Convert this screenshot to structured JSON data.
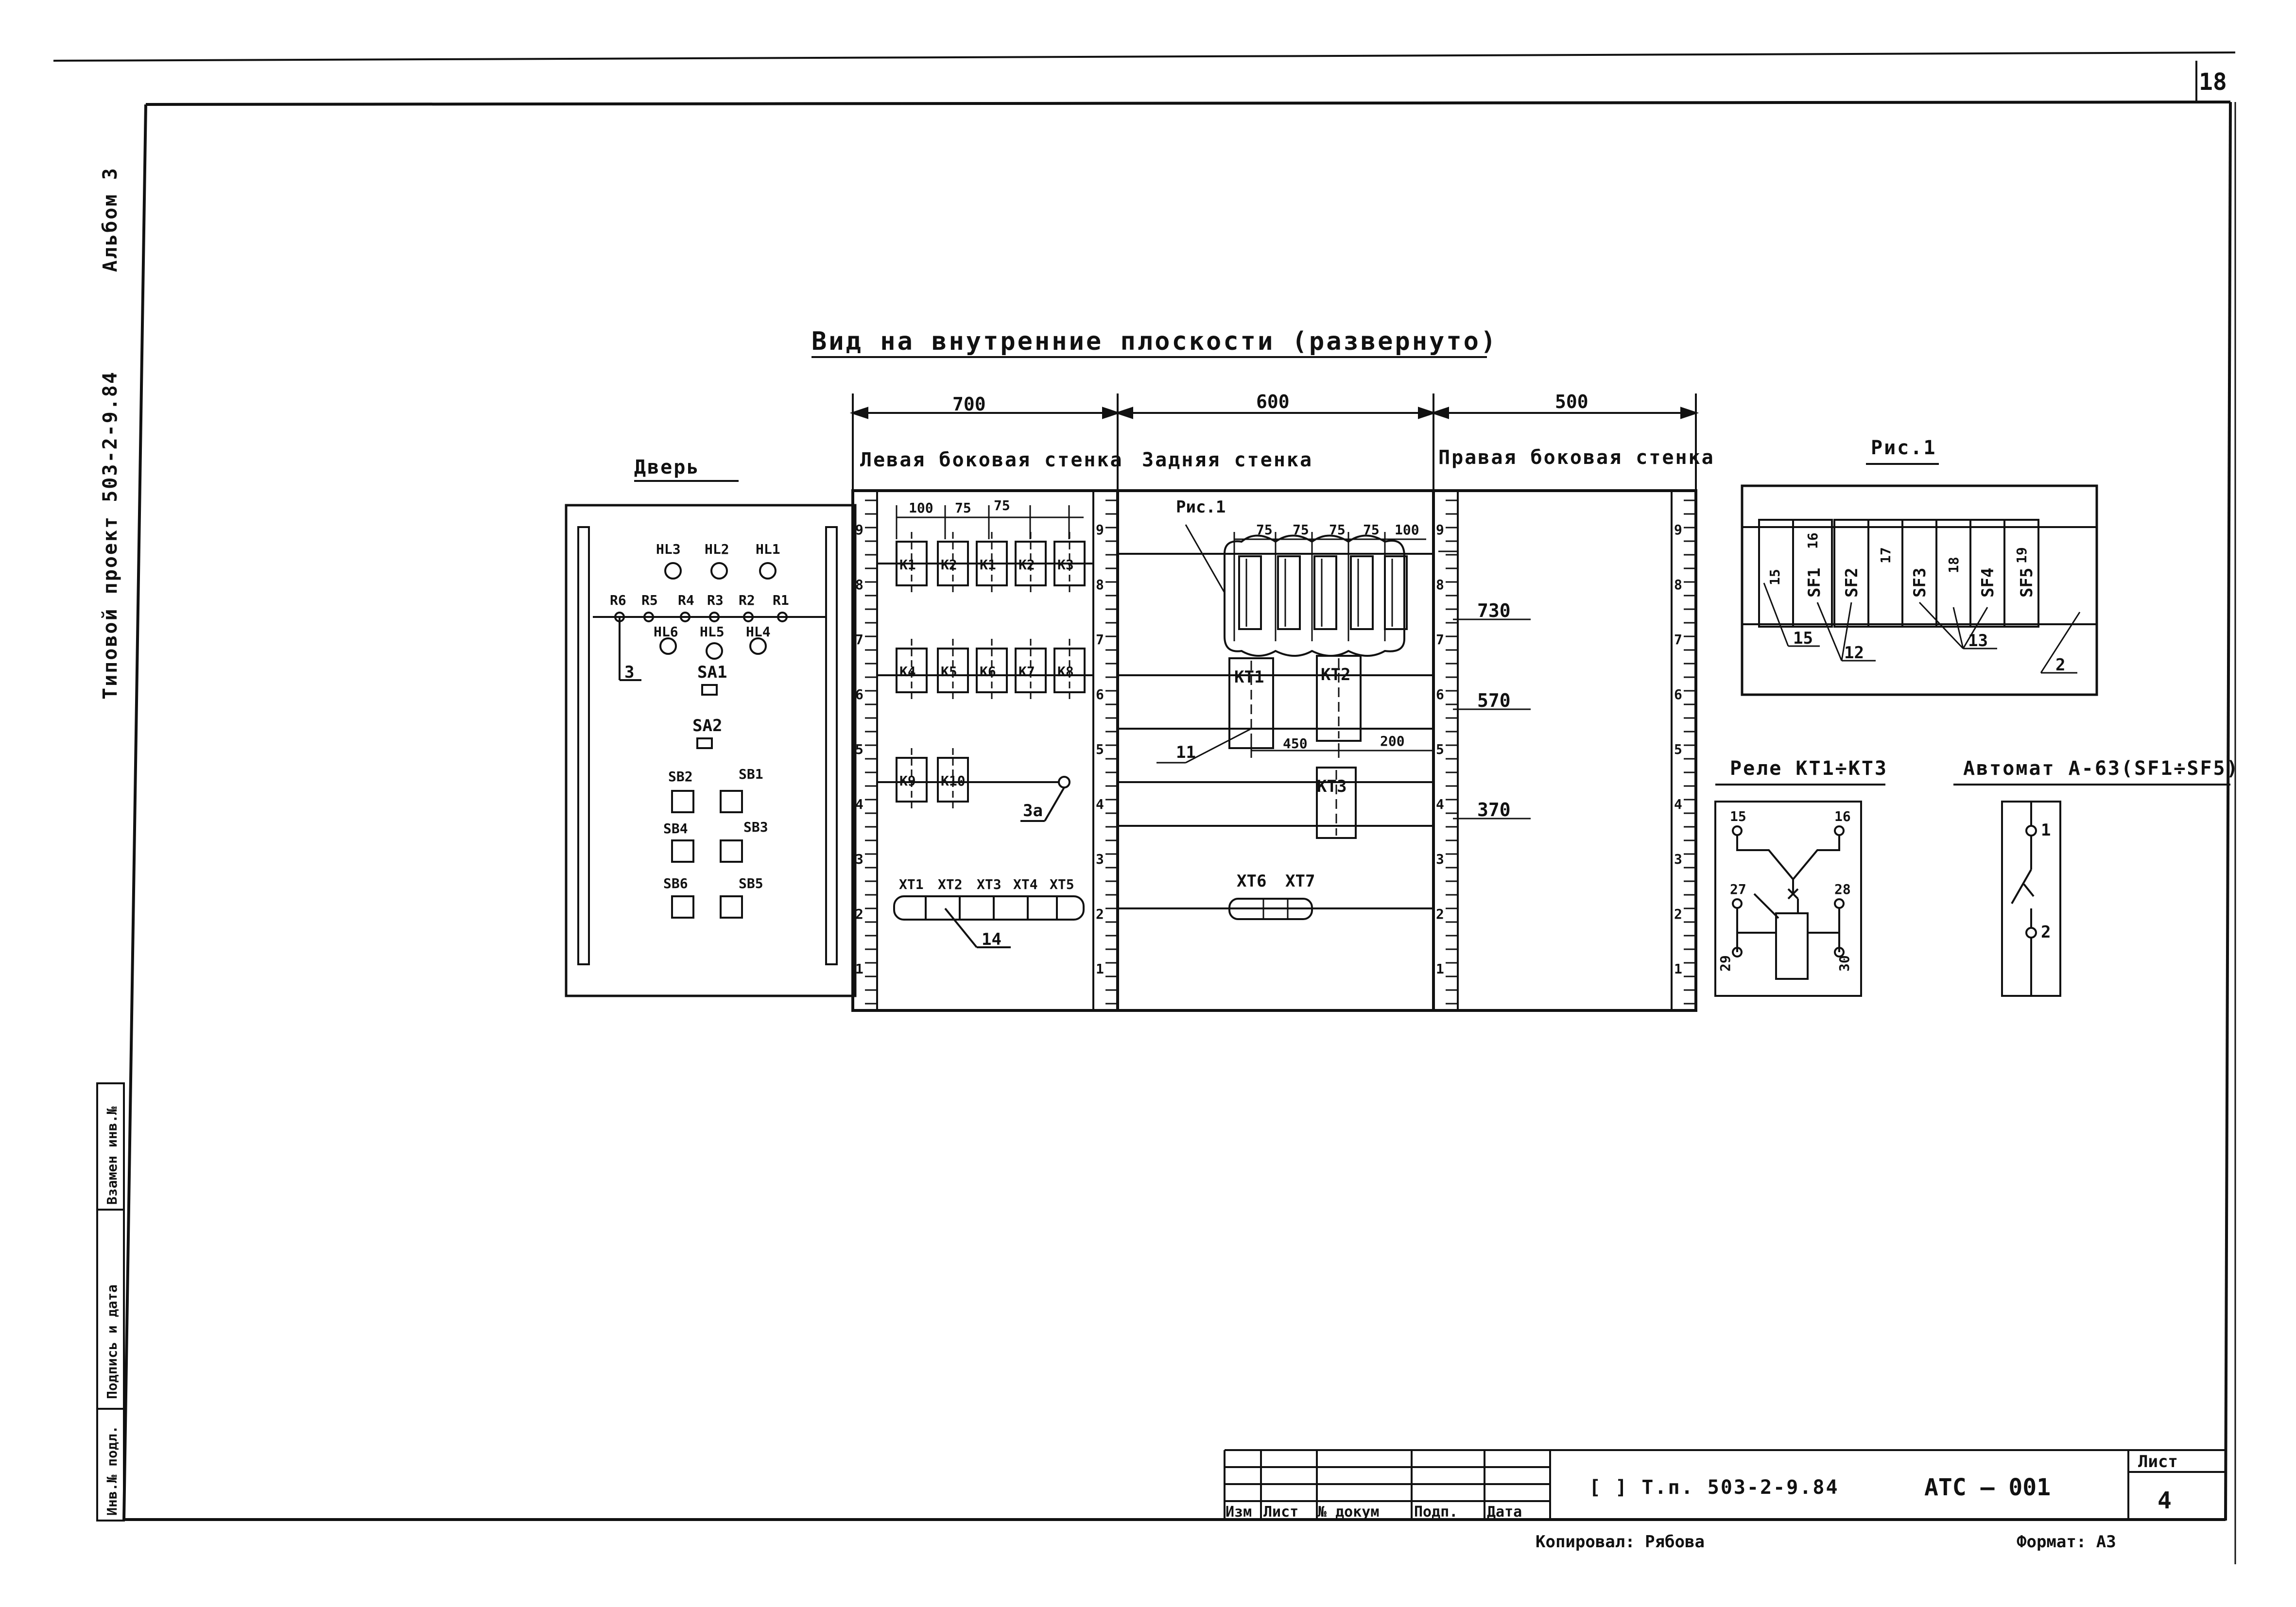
{
  "sheet": {
    "page_number": "18",
    "album_note": "Альбом 3",
    "project_note": "Типовой проект 503-2-9.84",
    "title": "Вид на внутренние плоскости (развернуто)"
  },
  "sections": {
    "door": "Дверь",
    "left": "Левая боковая стенка",
    "back": "Задняя стенка",
    "right": "Правая боковая стенка",
    "fig1": "Рис.1",
    "relay": "Реле КТ1÷КТ3",
    "breaker": "Автомат А-63(SF1÷SF5)"
  },
  "dimensions": {
    "left_width": "700",
    "back_width": "600",
    "right_width": "500",
    "left_spacings": [
      "100",
      "75",
      "75"
    ],
    "back_spacings": [
      "75",
      "75",
      "75",
      "75",
      "100"
    ],
    "h730": "730",
    "h570": "570",
    "h370": "370",
    "d450": "450",
    "d200": "200"
  },
  "rails": {
    "left_numbers": [
      "9",
      "8",
      "7",
      "6",
      "5",
      "4",
      "3",
      "2",
      "1"
    ],
    "right_numbers": [
      "9",
      "8",
      "7",
      "6",
      "5",
      "4",
      "3",
      "2",
      "1"
    ]
  },
  "door": {
    "lamps_top": [
      "HL3",
      "HL2",
      "HL1"
    ],
    "resistors": [
      "R6",
      "R5",
      "R4",
      "R3",
      "R2",
      "R1"
    ],
    "lamps_bottom": [
      "HL6",
      "HL5",
      "HL4"
    ],
    "switches": [
      "SA1",
      "SA2"
    ],
    "buttons": [
      "SB2",
      "SB1",
      "SB4",
      "SB3",
      "SB6",
      "SB5"
    ],
    "callout": "3"
  },
  "left_wall": {
    "row1": [
      "К1",
      "К2",
      "К1",
      "К2",
      "К3"
    ],
    "row2": [
      "К4",
      "К5",
      "К6",
      "К7",
      "К8"
    ],
    "row3": [
      "К9",
      "К10"
    ],
    "terminals": [
      "XT1",
      "XT2",
      "XT3",
      "XT4",
      "XT5"
    ],
    "callout_14": "14",
    "callout_3a": "3а"
  },
  "back_wall": {
    "fig_ref": "Рис.1",
    "relays": [
      "КТ1",
      "КТ2",
      "КТ3"
    ],
    "terminals": [
      "XT6",
      "XT7"
    ],
    "callout_11": "11"
  },
  "fig1": {
    "breakers": [
      "SF1",
      "SF2",
      "SF3",
      "SF4",
      "SF5"
    ],
    "between": [
      "15",
      "16",
      "17",
      "18",
      "19"
    ],
    "callouts": [
      "15",
      "12",
      "13",
      "2"
    ]
  },
  "relay_detail": {
    "terminals": [
      "15",
      "16",
      "27",
      "28",
      "29",
      "30"
    ]
  },
  "breaker_detail": {
    "terminals": [
      "1",
      "2"
    ]
  },
  "stamp": {
    "cols": [
      "Изм",
      "Лист",
      "№ докум",
      "Подп.",
      "Дата"
    ],
    "doc_code": "[ ] Т.п. 503-2-9.84",
    "designation": "АТС — 001",
    "sheet_label": "Лист",
    "sheet_value": "4",
    "copied": "Копировал: Рябова",
    "format": "Формат: А3"
  },
  "side_stamp": [
    "Инв.№ подл.",
    "Подпись и дата",
    "Взамен инв.№"
  ]
}
